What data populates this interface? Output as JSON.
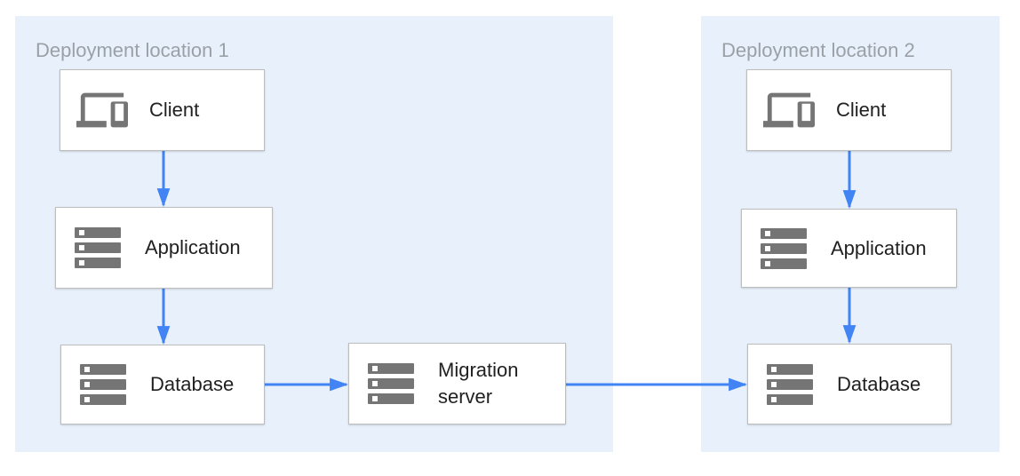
{
  "diagram": {
    "type": "architecture-diagram",
    "description": "Database migration from deployment location 1 to deployment location 2 via a migration server"
  },
  "colors": {
    "region_fill": "#e8f1fb",
    "region_title_text": "#9aa0a6",
    "node_fill": "#ffffff",
    "node_border": "#bdbdbd",
    "node_label_text": "#212121",
    "icon_gray": "#757575",
    "arrow_blue": "#4284f4",
    "page_background": "#ffffff"
  },
  "regions": [
    {
      "title": "Deployment location 1"
    },
    {
      "title": "Deployment location 2"
    }
  ],
  "nodes": [
    {
      "id": "client-1",
      "label": "Client",
      "icon": "devices-icon",
      "region": "Deployment location 1"
    },
    {
      "id": "application-1",
      "label": "Application",
      "icon": "server-stack-icon",
      "region": "Deployment location 1"
    },
    {
      "id": "database-1",
      "label": "Database",
      "icon": "server-stack-icon",
      "region": "Deployment location 1"
    },
    {
      "id": "migration-server",
      "label": "Migration server",
      "icon": "server-stack-icon",
      "region": "Deployment location 1"
    },
    {
      "id": "client-2",
      "label": "Client",
      "icon": "devices-icon",
      "region": "Deployment location 2"
    },
    {
      "id": "application-2",
      "label": "Application",
      "icon": "server-stack-icon",
      "region": "Deployment location 2"
    },
    {
      "id": "database-2",
      "label": "Database",
      "icon": "server-stack-icon",
      "region": "Deployment location 2"
    }
  ],
  "edges": [
    {
      "from": "client-1",
      "to": "application-1"
    },
    {
      "from": "application-1",
      "to": "database-1"
    },
    {
      "from": "database-1",
      "to": "migration-server"
    },
    {
      "from": "migration-server",
      "to": "database-2"
    },
    {
      "from": "client-2",
      "to": "application-2"
    },
    {
      "from": "application-2",
      "to": "database-2"
    }
  ]
}
